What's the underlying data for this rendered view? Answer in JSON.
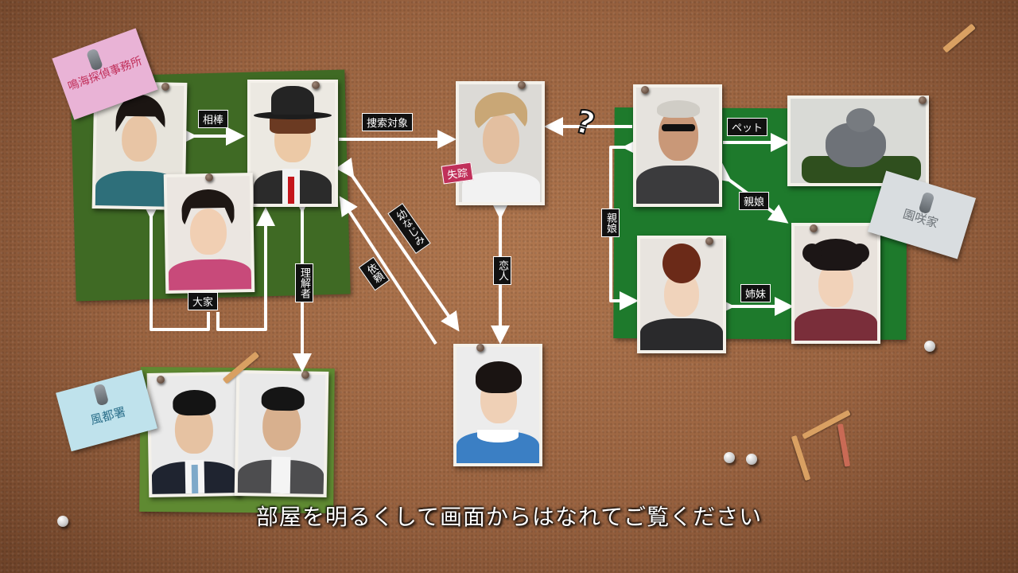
{
  "groups": {
    "detective_agency": "鳴海探偵事務所",
    "police": "風都署",
    "sonozaki_family": "園咲家"
  },
  "relations": {
    "partner": "相棒",
    "search_target": "捜索対象",
    "missing": "失踪",
    "childhood_friend": "幼なじみ",
    "request": "依頼",
    "landlady": "大家",
    "understanding": "理解者",
    "lover": "恋人",
    "question_mark": "?",
    "pet": "ペット",
    "father_daughter_1": "親娘",
    "father_daughter_2": "親娘",
    "sisters": "姉妹"
  },
  "subtitle": "部屋を明るくして画面からはなれてご覧ください",
  "colors": {
    "cork": "#9a6340",
    "green_paper": "#3d6a22",
    "bright_green_paper": "#1f7a2e",
    "label_bg": "#111111",
    "missing_label_bg": "#c0305a",
    "pink_note": "#e9b3d6",
    "blue_note": "#bfe2ec",
    "grey_note": "#d9dde0"
  }
}
